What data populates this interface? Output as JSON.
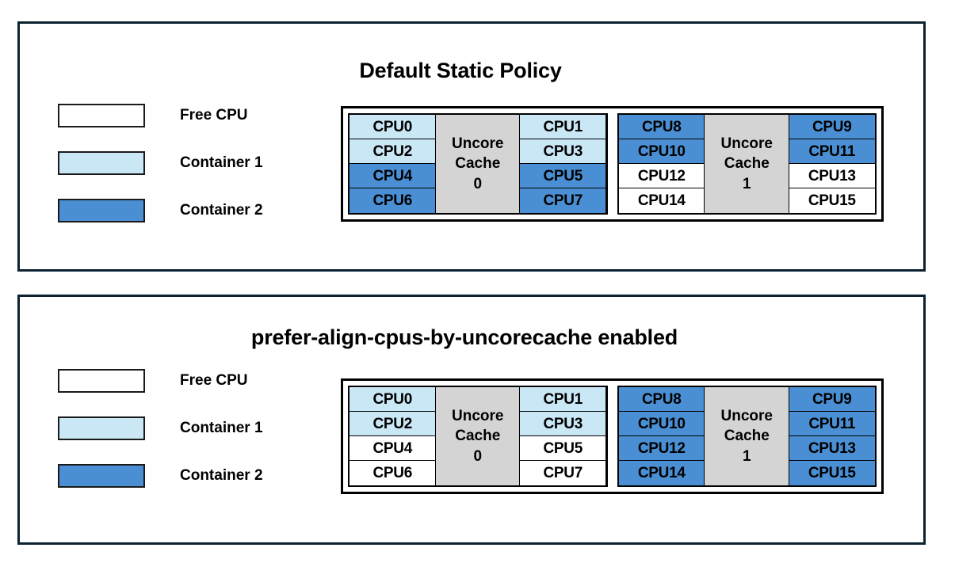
{
  "colors": {
    "panel_border": "#0c2231",
    "free_cpu": "#ffffff",
    "container1": "#c9e7f5",
    "container2": "#4a8fd4",
    "uncore_cache": "#d4d4d4",
    "cell_border": "#000000"
  },
  "legend": {
    "items": [
      {
        "label": "Free CPU",
        "color_key": "free_cpu"
      },
      {
        "label": "Container 1",
        "color_key": "container1"
      },
      {
        "label": "Container 2",
        "color_key": "container2"
      }
    ]
  },
  "panels": [
    {
      "title": "Default Static Policy",
      "legend": [
        {
          "label": "Free CPU"
        },
        {
          "label": "Container 1"
        },
        {
          "label": "Container 2"
        }
      ],
      "cache_groups": [
        {
          "uncore_label_line1": "Uncore",
          "uncore_label_line2": "Cache",
          "uncore_index": "0",
          "left_column": [
            {
              "label": "CPU0",
              "state": "container1"
            },
            {
              "label": "CPU2",
              "state": "container1"
            },
            {
              "label": "CPU4",
              "state": "container2"
            },
            {
              "label": "CPU6",
              "state": "container2"
            }
          ],
          "right_column": [
            {
              "label": "CPU1",
              "state": "container1"
            },
            {
              "label": "CPU3",
              "state": "container1"
            },
            {
              "label": "CPU5",
              "state": "container2"
            },
            {
              "label": "CPU7",
              "state": "container2"
            }
          ]
        },
        {
          "uncore_label_line1": "Uncore",
          "uncore_label_line2": "Cache",
          "uncore_index": "1",
          "left_column": [
            {
              "label": "CPU8",
              "state": "container2"
            },
            {
              "label": "CPU10",
              "state": "container2"
            },
            {
              "label": "CPU12",
              "state": "free"
            },
            {
              "label": "CPU14",
              "state": "free"
            }
          ],
          "right_column": [
            {
              "label": "CPU9",
              "state": "container2"
            },
            {
              "label": "CPU11",
              "state": "container2"
            },
            {
              "label": "CPU13",
              "state": "free"
            },
            {
              "label": "CPU15",
              "state": "free"
            }
          ]
        }
      ]
    },
    {
      "title": "prefer-align-cpus-by-uncorecache enabled",
      "legend": [
        {
          "label": "Free CPU"
        },
        {
          "label": "Container 1"
        },
        {
          "label": "Container 2"
        }
      ],
      "cache_groups": [
        {
          "uncore_label_line1": "Uncore",
          "uncore_label_line2": "Cache",
          "uncore_index": "0",
          "left_column": [
            {
              "label": "CPU0",
              "state": "container1"
            },
            {
              "label": "CPU2",
              "state": "container1"
            },
            {
              "label": "CPU4",
              "state": "free"
            },
            {
              "label": "CPU6",
              "state": "free"
            }
          ],
          "right_column": [
            {
              "label": "CPU1",
              "state": "container1"
            },
            {
              "label": "CPU3",
              "state": "container1"
            },
            {
              "label": "CPU5",
              "state": "free"
            },
            {
              "label": "CPU7",
              "state": "free"
            }
          ]
        },
        {
          "uncore_label_line1": "Uncore",
          "uncore_label_line2": "Cache",
          "uncore_index": "1",
          "left_column": [
            {
              "label": "CPU8",
              "state": "container2"
            },
            {
              "label": "CPU10",
              "state": "container2"
            },
            {
              "label": "CPU12",
              "state": "container2"
            },
            {
              "label": "CPU14",
              "state": "container2"
            }
          ],
          "right_column": [
            {
              "label": "CPU9",
              "state": "container2"
            },
            {
              "label": "CPU11",
              "state": "container2"
            },
            {
              "label": "CPU13",
              "state": "container2"
            },
            {
              "label": "CPU15",
              "state": "container2"
            }
          ]
        }
      ]
    }
  ]
}
